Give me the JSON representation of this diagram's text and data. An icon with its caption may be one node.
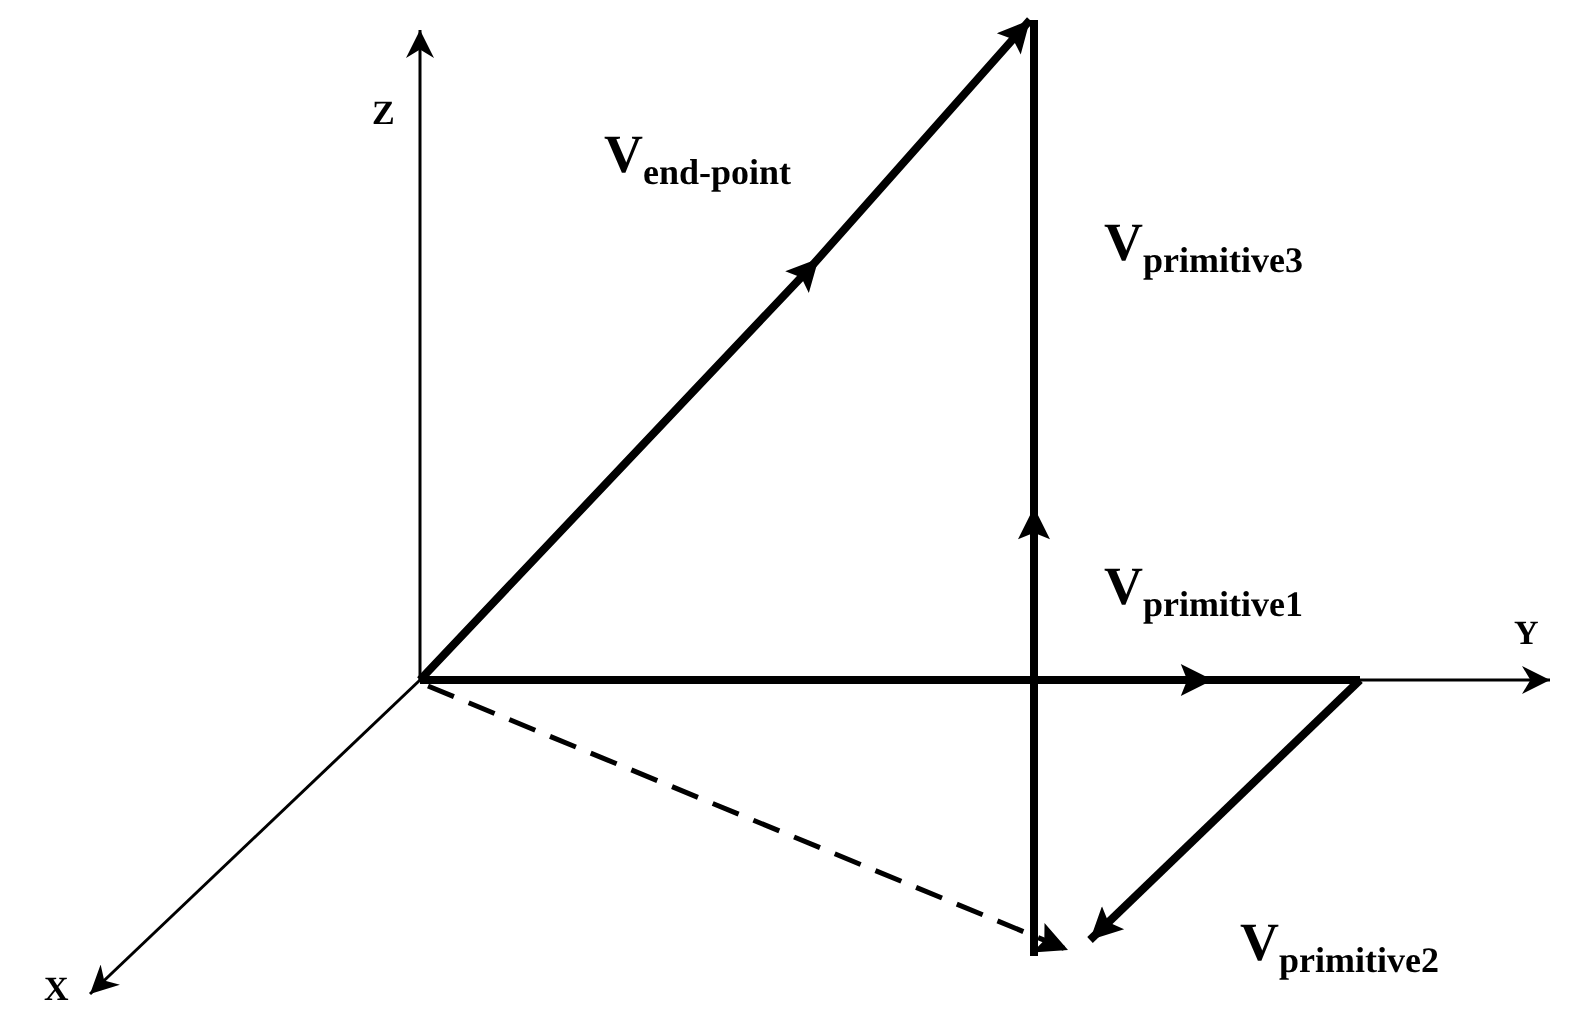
{
  "diagram": {
    "labels": [
      "Z",
      "V$_{end-point}$",
      "V$_{primitive3}$",
      "V$_{primitive1}$",
      "Y",
      "V$_{primitive2}$",
      "X"
    ]
  }
}
